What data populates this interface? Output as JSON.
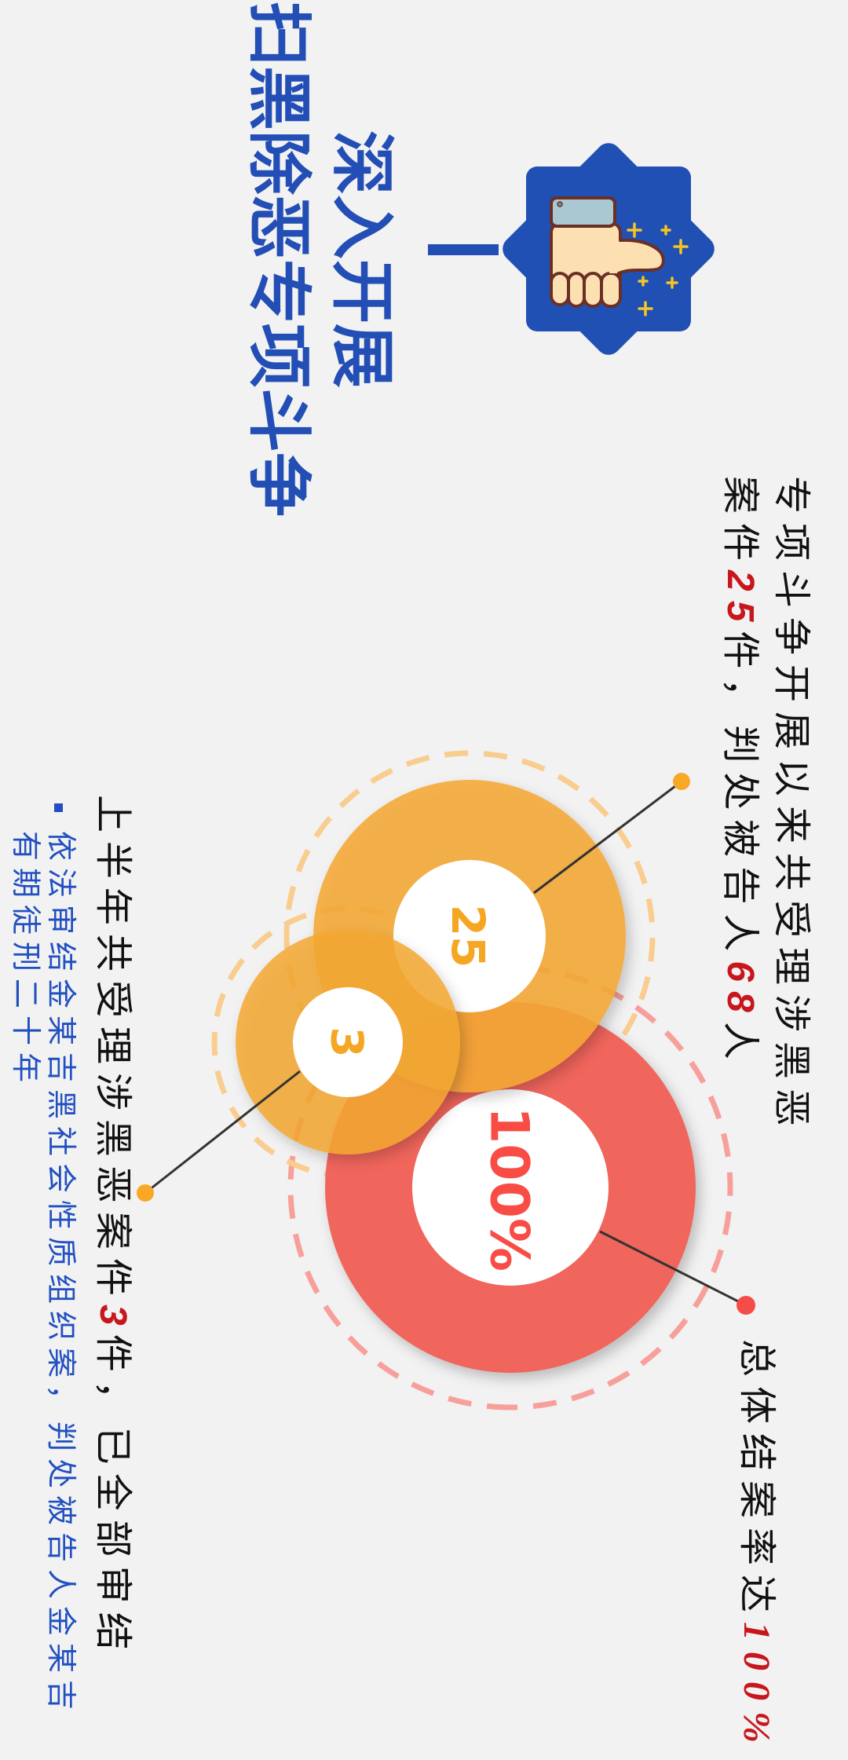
{
  "title": {
    "line1": "深入开展",
    "line2": "扫黑除恶专项斗争"
  },
  "badge": {
    "icon": "thumbs-up-icon"
  },
  "summary": {
    "line1": "专项斗争开展以来共受理涉黑恶",
    "line2": {
      "p1": "案件",
      "cases": "25",
      "p2": "件，判处被告人",
      "defendants": "68",
      "p3": "人"
    }
  },
  "closure": {
    "label": "总体结案率达",
    "rate": "100%"
  },
  "half_year": {
    "p1": "上半年共受理涉黑恶案件",
    "cases": "3",
    "p2": "件，已全部审结"
  },
  "bullets": [
    {
      "lines": [
        "依法审结金某吉黑社会性质组织案，判处被告人金某吉",
        "有期徒刑二十年"
      ]
    }
  ],
  "bubbles": [
    {
      "label": "25",
      "color": "#f5a834"
    },
    {
      "label": "3",
      "color": "#f5a834"
    },
    {
      "label": "100%",
      "color": "#f0655c"
    }
  ],
  "colors": {
    "background": "#f2f2f2",
    "title": "#224eb5",
    "badge": "#2150b5",
    "accent_red": "#c8161d",
    "bullet_blue": "#2250c0",
    "orange": "#f5a834",
    "red": "#f0655c"
  }
}
